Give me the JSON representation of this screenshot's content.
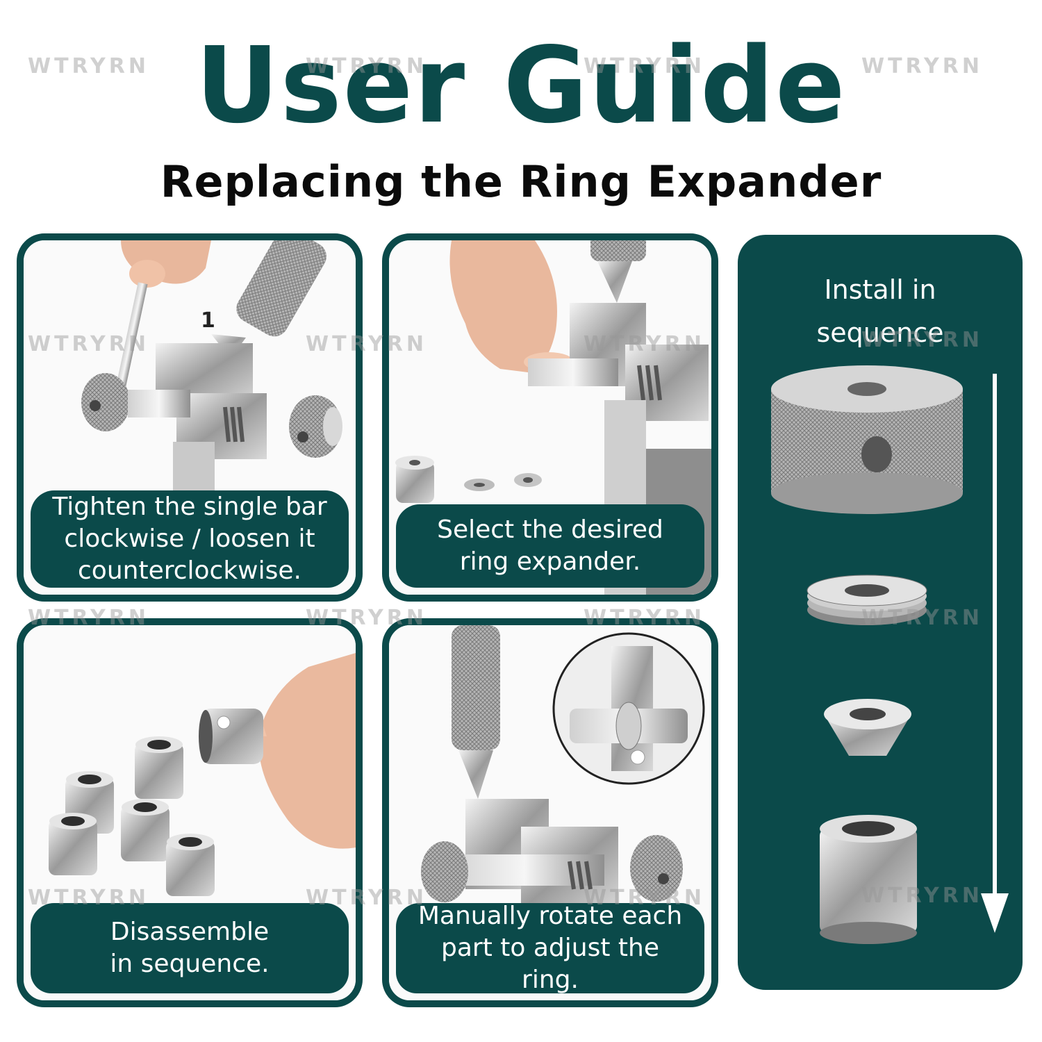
{
  "brand": {
    "watermark": "WTRYRN",
    "colors": {
      "teal": "#0b4a4a",
      "black": "#0b0b0b",
      "white": "#ffffff"
    }
  },
  "header": {
    "title": "User Guide",
    "subtitle": "Replacing the Ring Expander"
  },
  "steps": [
    {
      "caption": "Tighten the single bar\nclockwise / loosen it\ncounterclockwise.",
      "marker": "1",
      "image": "ring-tool-tighten-photo"
    },
    {
      "caption": "Select the desired\nring expander.",
      "image": "ring-tool-select-expander-photo"
    },
    {
      "caption": "Disassemble\nin sequence.",
      "image": "expander-sleeves-photo"
    },
    {
      "caption": "Manually rotate each\npart to adjust the ring.",
      "image": "ring-tool-rotate-photo"
    }
  ],
  "install_panel": {
    "title": "Install in\nsequence",
    "parts": [
      "knurled-knob",
      "washer-stack",
      "cone-bushing",
      "steel-sleeve"
    ],
    "arrow_icon": "down-arrow-icon"
  }
}
